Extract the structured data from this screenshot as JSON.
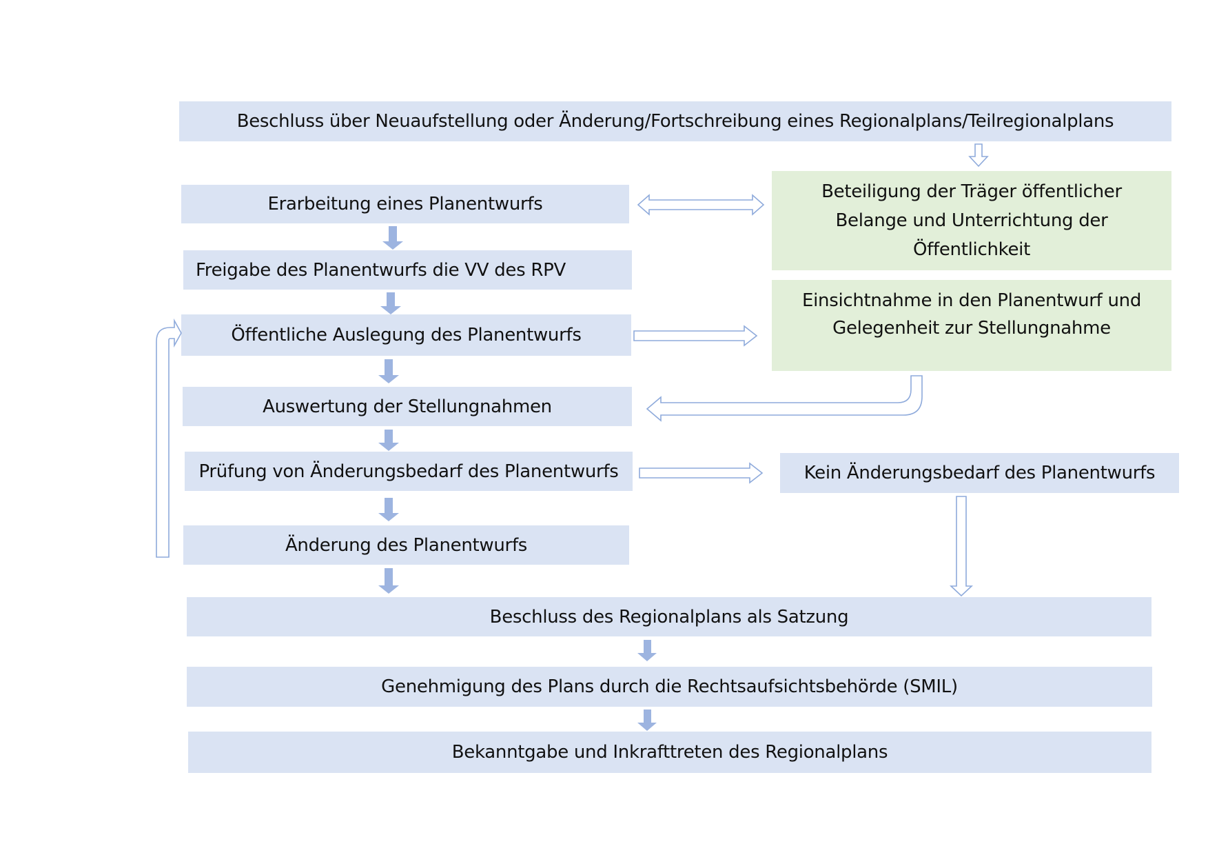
{
  "diagram": {
    "language": "de",
    "colors": {
      "process_fill": "#dae3f3",
      "participation_fill": "#e2efd9",
      "solid_arrow": "#9db4e0",
      "outline_arrow": "#8eaadb",
      "text": "#111111"
    },
    "nodes": {
      "beschluss_neuaufstellung": "Beschluss über Neuaufstellung oder Änderung/Fortschreibung eines Regionalplans/Teilregionalplans",
      "erarbeitung": "Erarbeitung eines Planentwurfs",
      "freigabe": "Freigabe des Planentwurfs die VV des RPV",
      "auslegung": "Öffentliche Auslegung des Planentwurfs",
      "auswertung": "Auswertung der Stellungnahmen",
      "pruefung": "Prüfung von Änderungsbedarf des Planentwurfs",
      "aenderung": "Änderung des Planentwurfs",
      "beteiligung": "Beteiligung der Träger öffentlicher Belange und Unterrichtung der Öffentlichkeit",
      "beteiligung_lines": [
        "Beteiligung der Träger öffentlicher",
        "Belange und Unterrichtung der",
        "Öffentlichkeit"
      ],
      "einsichtnahme_lines": [
        "Einsichtnahme in den Planentwurf und",
        "Gelegenheit zur Stellungnahme"
      ],
      "kein_aenderungsbedarf": "Kein Änderungsbedarf des Planentwurfs",
      "beschluss_satzung": "Beschluss des Regionalplans als Satzung",
      "genehmigung": "Genehmigung des Plans durch die Rechtsaufsichtsbehörde (SMIL)",
      "bekanntgabe": "Bekanntgabe und Inkrafttreten des Regionalplans"
    },
    "edges": [
      {
        "from": "beschluss_neuaufstellung",
        "to": "beteiligung",
        "style": "outline"
      },
      {
        "from": "erarbeitung",
        "to": "beteiligung",
        "style": "outline-double"
      },
      {
        "from": "erarbeitung",
        "to": "freigabe",
        "style": "solid"
      },
      {
        "from": "freigabe",
        "to": "auslegung",
        "style": "solid"
      },
      {
        "from": "auslegung",
        "to": "einsichtnahme",
        "style": "outline"
      },
      {
        "from": "einsichtnahme",
        "to": "auswertung",
        "style": "outline-bent"
      },
      {
        "from": "auslegung",
        "to": "auswertung",
        "style": "solid"
      },
      {
        "from": "auswertung",
        "to": "pruefung",
        "style": "solid"
      },
      {
        "from": "pruefung",
        "to": "kein_aenderungsbedarf",
        "style": "outline"
      },
      {
        "from": "pruefung",
        "to": "aenderung",
        "style": "solid"
      },
      {
        "from": "aenderung",
        "to": "auslegung",
        "style": "outline-loop"
      },
      {
        "from": "aenderung",
        "to": "beschluss_satzung",
        "style": "solid"
      },
      {
        "from": "kein_aenderungsbedarf",
        "to": "beschluss_satzung",
        "style": "outline"
      },
      {
        "from": "beschluss_satzung",
        "to": "genehmigung",
        "style": "solid"
      },
      {
        "from": "genehmigung",
        "to": "bekanntgabe",
        "style": "solid"
      }
    ]
  }
}
